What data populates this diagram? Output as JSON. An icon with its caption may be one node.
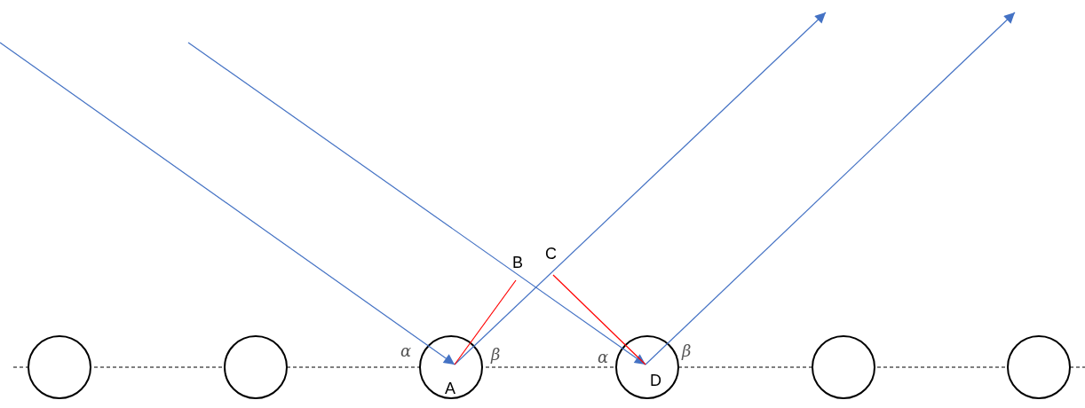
{
  "diagram": {
    "nodes": [
      {
        "text": [
          "B"
        ]
      },
      {
        "text": [
          "C"
        ]
      },
      {
        "text": [],
        "shape": "circle"
      },
      {
        "text": [],
        "shape": "circle"
      },
      {
        "text": [
          "A"
        ]
      },
      {
        "text": [
          "D"
        ]
      },
      {
        "text": [],
        "shape": "circle"
      },
      {
        "text": [],
        "shape": "circle"
      }
    ],
    "edges": [
      {
        "from": null,
        "to": 4,
        "arrow": "to"
      },
      {
        "from": null,
        "to": 5,
        "arrow": "to"
      },
      {
        "from": 4,
        "to": null,
        "arrow": "to"
      },
      {
        "from": 5,
        "to": null,
        "arrow": "to"
      },
      {
        "from": 4,
        "to": 0,
        "arrow": "none",
        "color": "#ff0000"
      },
      {
        "from": 1,
        "to": 5,
        "arrow": "none",
        "color": "#ff0000"
      }
    ],
    "labels": [
      "α",
      "β",
      "α",
      "β"
    ]
  }
}
